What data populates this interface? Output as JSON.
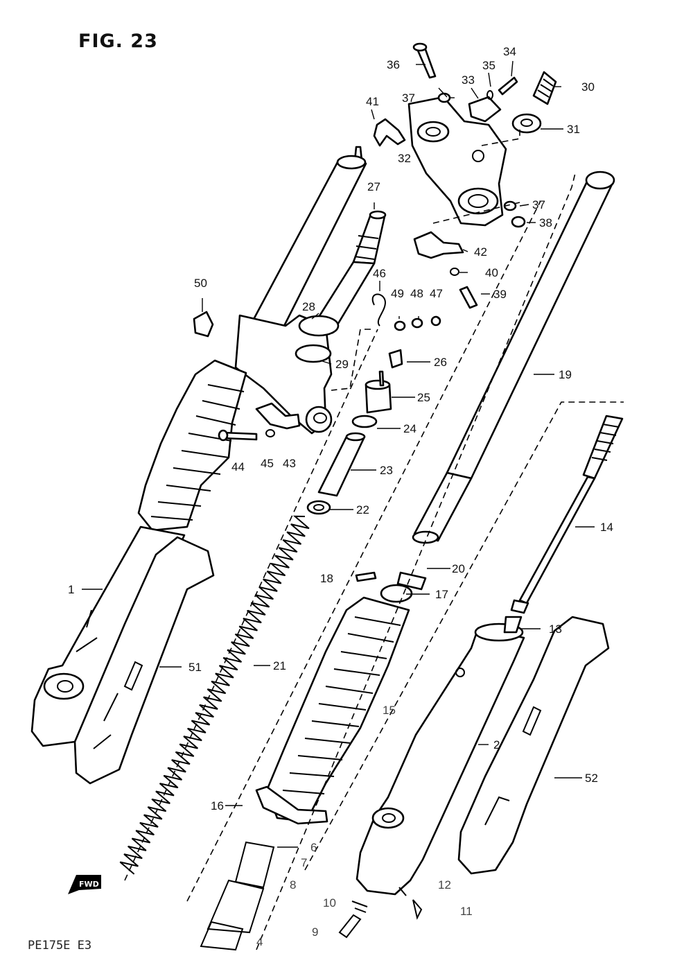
{
  "figure": {
    "title": "FIG. 23",
    "model_code": "PE175E E3",
    "direction_tag": "FWD"
  },
  "callouts": [
    {
      "id": "p1",
      "text": "1"
    },
    {
      "id": "p2",
      "text": "2"
    },
    {
      "id": "p4",
      "text": "4"
    },
    {
      "id": "p6",
      "text": "6"
    },
    {
      "id": "p7",
      "text": "7"
    },
    {
      "id": "p8",
      "text": "8"
    },
    {
      "id": "p9",
      "text": "9"
    },
    {
      "id": "p10",
      "text": "10"
    },
    {
      "id": "p11",
      "text": "11"
    },
    {
      "id": "p12",
      "text": "12"
    },
    {
      "id": "p13",
      "text": "13"
    },
    {
      "id": "p14",
      "text": "14"
    },
    {
      "id": "p15",
      "text": "15"
    },
    {
      "id": "p16",
      "text": "16"
    },
    {
      "id": "p17",
      "text": "17"
    },
    {
      "id": "p18",
      "text": "18"
    },
    {
      "id": "p19",
      "text": "19"
    },
    {
      "id": "p20",
      "text": "20"
    },
    {
      "id": "p21",
      "text": "21"
    },
    {
      "id": "p22",
      "text": "22"
    },
    {
      "id": "p23",
      "text": "23"
    },
    {
      "id": "p24",
      "text": "24"
    },
    {
      "id": "p25",
      "text": "25"
    },
    {
      "id": "p26",
      "text": "26"
    },
    {
      "id": "p27",
      "text": "27"
    },
    {
      "id": "p28",
      "text": "28"
    },
    {
      "id": "p29",
      "text": "29"
    },
    {
      "id": "p30",
      "text": "30"
    },
    {
      "id": "p31",
      "text": "31"
    },
    {
      "id": "p32",
      "text": "32"
    },
    {
      "id": "p33",
      "text": "33"
    },
    {
      "id": "p34",
      "text": "34"
    },
    {
      "id": "p35",
      "text": "35"
    },
    {
      "id": "p36",
      "text": "36"
    },
    {
      "id": "p37a",
      "text": "37"
    },
    {
      "id": "p37b",
      "text": "37"
    },
    {
      "id": "p38",
      "text": "38"
    },
    {
      "id": "p39",
      "text": "39"
    },
    {
      "id": "p40",
      "text": "40"
    },
    {
      "id": "p41",
      "text": "41"
    },
    {
      "id": "p42",
      "text": "42"
    },
    {
      "id": "p43",
      "text": "43"
    },
    {
      "id": "p44",
      "text": "44"
    },
    {
      "id": "p45",
      "text": "45"
    },
    {
      "id": "p46",
      "text": "46"
    },
    {
      "id": "p47",
      "text": "47"
    },
    {
      "id": "p48",
      "text": "48"
    },
    {
      "id": "p49",
      "text": "49"
    },
    {
      "id": "p50",
      "text": "50"
    },
    {
      "id": "p51",
      "text": "51"
    },
    {
      "id": "p52",
      "text": "52"
    }
  ]
}
